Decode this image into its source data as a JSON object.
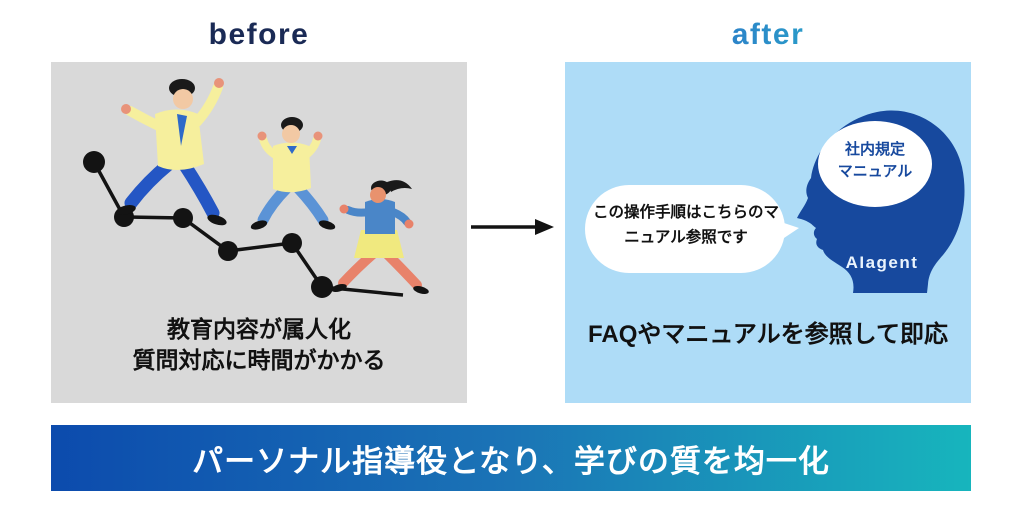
{
  "header": {
    "before_label": "before",
    "after_label": "after"
  },
  "before_panel": {
    "caption_lines": [
      "教育内容が属人化",
      "質問対応に時間がかかる"
    ],
    "illustration": "three-runners-on-declining-line-chart"
  },
  "after_panel": {
    "speech_bubble_lines": [
      "この操作手順はこちらのマ",
      "ニュアル参照です"
    ],
    "brain_labels": [
      "社内規定",
      "マニュアル"
    ],
    "agent_name": "AIagent",
    "caption": "FAQやマニュアルを参照して即応",
    "illustration": "ai-head-silhouette-with-manual-brain"
  },
  "arrow": {
    "icon": "right-arrow-icon"
  },
  "banner": {
    "text": "パーソナル指導役となり、学びの質を均一化"
  },
  "colors": {
    "before_heading": "#1a2a55",
    "after_gradient_start": "#2e6ac9",
    "after_gradient_end": "#28b4c9",
    "before_panel_bg": "#d9d9d9",
    "after_panel_bg": "#aedcf7",
    "head_silhouette_blue": "#17499e",
    "banner_gradient_start": "#0c4bad",
    "banner_gradient_end": "#17b5bd",
    "banner_text": "#ffffff",
    "caption_text": "#111111"
  }
}
